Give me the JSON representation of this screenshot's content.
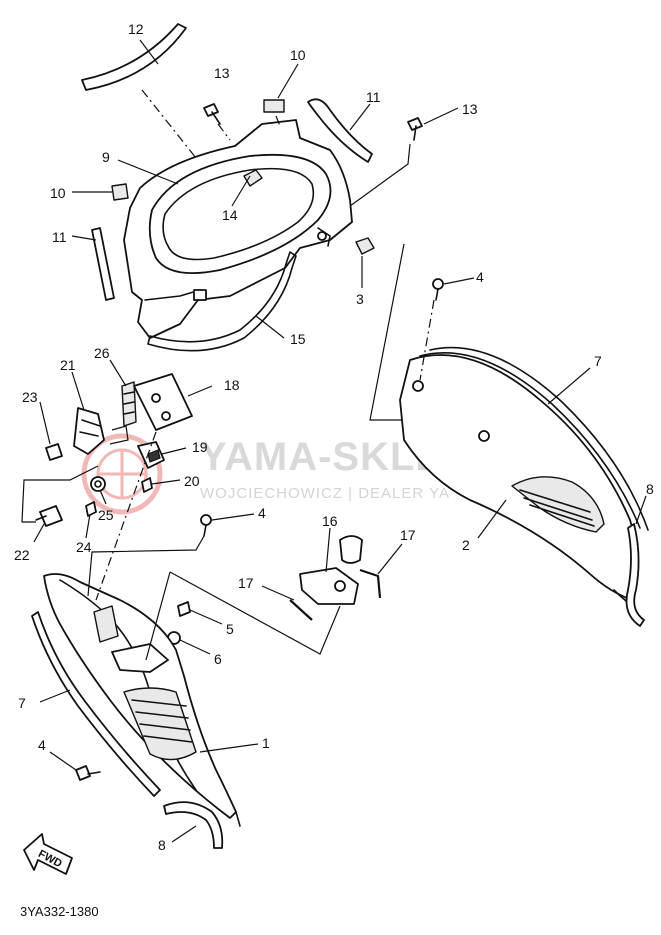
{
  "diagram": {
    "code": "3YA332-1380",
    "watermark": {
      "title": "YAMA-SKLEP.P",
      "subtitle": "WOJCIECHOWICZ | DEALER YA"
    },
    "fwd_label": "FWD",
    "callouts": {
      "c1": "1",
      "c2": "2",
      "c3": "3",
      "c4a": "4",
      "c4b": "4",
      "c4c": "4",
      "c5": "5",
      "c6": "6",
      "c7a": "7",
      "c7b": "7",
      "c8a": "8",
      "c8b": "8",
      "c9": "9",
      "c10a": "10",
      "c10b": "10",
      "c11a": "11",
      "c11b": "11",
      "c12": "12",
      "c13a": "13",
      "c13b": "13",
      "c14": "14",
      "c15": "15",
      "c16": "16",
      "c17a": "17",
      "c17b": "17",
      "c18": "18",
      "c19": "19",
      "c20": "20",
      "c21": "21",
      "c22": "22",
      "c23": "23",
      "c24": "24",
      "c25": "25",
      "c26": "26"
    }
  }
}
